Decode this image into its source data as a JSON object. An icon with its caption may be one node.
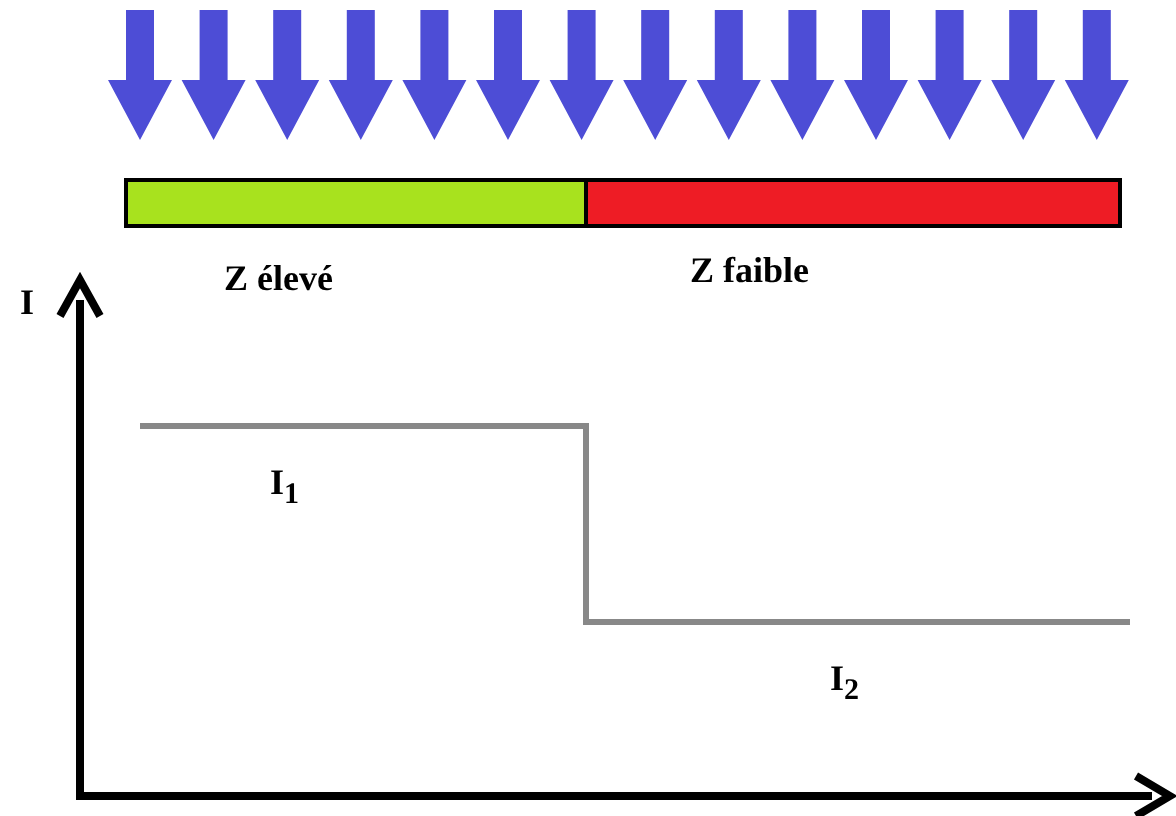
{
  "diagram": {
    "labels": [
      "I",
      "Z élevé",
      "Z faible",
      "I$_{1}$",
      "I$_{2}$"
    ]
  }
}
